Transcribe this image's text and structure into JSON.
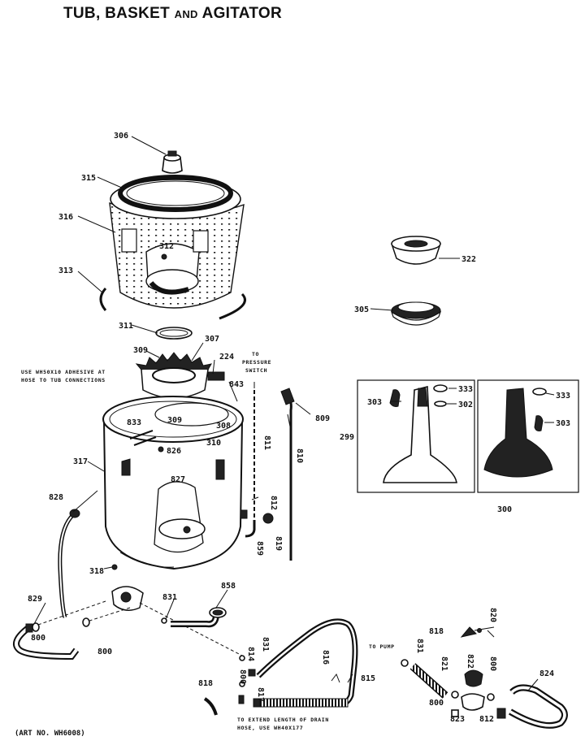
{
  "title": {
    "main": "TUB, BASKET",
    "and": "AND",
    "end": "AGITATOR"
  },
  "art_number": "(ART NO. WH6008)",
  "notes": {
    "adhesive_1": "USE WH50X10 ADHESIVE AT",
    "adhesive_2": "HOSE TO TUB CONNECTIONS",
    "pressure_1": "TO",
    "pressure_2": "PRESSURE",
    "pressure_3": "SWITCH",
    "to_pump": "TO PUMP",
    "drain_1": "TO EXTEND LENGTH OF DRAIN",
    "drain_2": "HOSE, USE WH40X177"
  },
  "callouts": [
    {
      "id": "c306",
      "text": "306"
    },
    {
      "id": "c315",
      "text": "315"
    },
    {
      "id": "c316",
      "text": "316"
    },
    {
      "id": "c312",
      "text": "312"
    },
    {
      "id": "c313",
      "text": "313"
    },
    {
      "id": "c311",
      "text": "311"
    },
    {
      "id": "c309a",
      "text": "309"
    },
    {
      "id": "c307",
      "text": "307"
    },
    {
      "id": "c224",
      "text": "224"
    },
    {
      "id": "c843",
      "text": "843"
    },
    {
      "id": "c833",
      "text": "833"
    },
    {
      "id": "c309b",
      "text": "309"
    },
    {
      "id": "c308",
      "text": "308"
    },
    {
      "id": "c310",
      "text": "310"
    },
    {
      "id": "c826",
      "text": "826"
    },
    {
      "id": "c317",
      "text": "317"
    },
    {
      "id": "c827",
      "text": "827"
    },
    {
      "id": "c811",
      "text": "811"
    },
    {
      "id": "c809",
      "text": "809"
    },
    {
      "id": "c810",
      "text": "810"
    },
    {
      "id": "c812a",
      "text": "812"
    },
    {
      "id": "c859",
      "text": "859"
    },
    {
      "id": "c819",
      "text": "819"
    },
    {
      "id": "c828",
      "text": "828"
    },
    {
      "id": "c318",
      "text": "318"
    },
    {
      "id": "c829",
      "text": "829"
    },
    {
      "id": "c800a",
      "text": "800"
    },
    {
      "id": "c800b",
      "text": "800"
    },
    {
      "id": "c831a",
      "text": "831"
    },
    {
      "id": "c858",
      "text": "858"
    },
    {
      "id": "c814",
      "text": "814"
    },
    {
      "id": "c831b",
      "text": "831"
    },
    {
      "id": "c800c",
      "text": "800"
    },
    {
      "id": "c817",
      "text": "817"
    },
    {
      "id": "c816",
      "text": "816"
    },
    {
      "id": "c815",
      "text": "815"
    },
    {
      "id": "c818a",
      "text": "818"
    },
    {
      "id": "c831c",
      "text": "831"
    },
    {
      "id": "c821",
      "text": "821"
    },
    {
      "id": "c818b",
      "text": "818"
    },
    {
      "id": "c820",
      "text": "820"
    },
    {
      "id": "c822",
      "text": "822"
    },
    {
      "id": "c800d",
      "text": "800"
    },
    {
      "id": "c824",
      "text": "824"
    },
    {
      "id": "c800e",
      "text": "800"
    },
    {
      "id": "c823",
      "text": "823"
    },
    {
      "id": "c812b",
      "text": "812"
    },
    {
      "id": "c322",
      "text": "322"
    },
    {
      "id": "c305",
      "text": "305"
    },
    {
      "id": "c303a",
      "text": "303"
    },
    {
      "id": "c333a",
      "text": "333"
    },
    {
      "id": "c302",
      "text": "302"
    },
    {
      "id": "c299",
      "text": "299"
    },
    {
      "id": "c300",
      "text": "300"
    },
    {
      "id": "c333b",
      "text": "333"
    },
    {
      "id": "c303b",
      "text": "303"
    }
  ]
}
